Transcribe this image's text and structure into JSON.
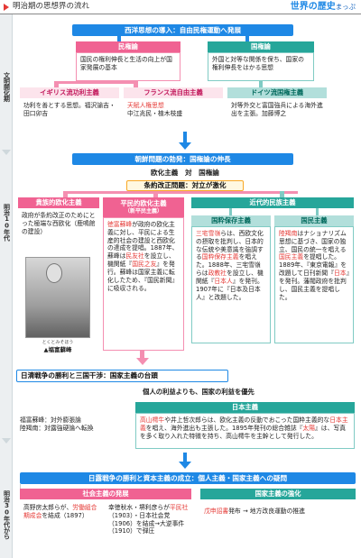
{
  "header": {
    "title": "明治期の思想界の流れ",
    "brand_main": "世界の歴史",
    "brand_sub": "まっぷ"
  },
  "timeline": {
    "eras": [
      "文明開化期",
      "明治10年代",
      "明治30年代から"
    ]
  },
  "section1": {
    "banner": "西洋思想の導入：自由民権運動へ発展",
    "left_head": "民権論",
    "left_body": "国民の権利伸長と生活の向上が国家発展の基本",
    "right_head": "国権論",
    "right_body": "外国と対等な関係を保ち、国家の権利伸長をはかる思想",
    "sub1_head": "イギリス流功利主義",
    "sub1_body": "功利を善とする思想。福沢諭吉・田口卯吉",
    "sub2_head": "フランス流自由主義",
    "sub2_body_red": "天賦人権思想",
    "sub2_body": "中江兆民・植木枝盛",
    "sub3_head": "ドイツ流国権主義",
    "sub3_body": "対等外交と富国強兵による海外進出を主張。加藤博之"
  },
  "section2": {
    "banner": "朝鮮問題の勃発：国権論の伸長",
    "sub_line": "欧化主義　対　国権論",
    "bar": "条約改正問題：対立が激化",
    "left_head": "貴族的欧化主義",
    "left_body": "政府が条約改正のためにとった極端な西欧化（鹿鳴館の建設）",
    "mid_head": "平民的欧化主義",
    "mid_sub": "（新平民主義）",
    "mid_body_1": "徳富蘇峰",
    "mid_body_2": "が政府の欧化主義に対し、平民による生産的社会の建設と西欧化の達成を提唱。1887年、蘇峰は",
    "mid_body_3": "民友社",
    "mid_body_4": "を設立し、機関紙『",
    "mid_body_5": "国民之友",
    "mid_body_6": "』を発行。蘇峰は国家主義に転化したため、『国民新聞』に吸収される。",
    "photo_caption": "▲福富蘇峰",
    "photo_ruby": "とくとみそほう",
    "right_banner": "近代的民族主義",
    "right_left_head": "国粋保存主義",
    "right_left_body_1": "三宅雪嶺",
    "right_left_body_2": "らは、西欧文化の摂取を批判し、日本的な伝統や美意識を強調する",
    "right_left_body_3": "国粋保存主義",
    "right_left_body_4": "を唱えた。1888年、三宅雪嶺らは",
    "right_left_body_5": "政教社",
    "right_left_body_6": "を設立し、機関紙『",
    "right_left_body_7": "日本人",
    "right_left_body_8": "』を発刊。1907年に『日本及日本人』と改題した。",
    "right_right_head": "国民主義",
    "right_right_body_1": "陸羯南",
    "right_right_body_2": "はナショナリズム思想に基づき、国家の独立、国民の統一を唱える",
    "right_right_body_3": "国民主義",
    "right_right_body_4": "を提唱した。1889年、『東京電報』を改題して日刊新聞『",
    "right_right_body_5": "日本",
    "right_right_body_6": "』を発刊。藩閥政府を批判し、国民主義を提唱した。"
  },
  "section3": {
    "banner": "日清戦争の勝利と三国干渉：国家主義の台頭",
    "line": "個人の利益よりも、国家の利益を優先",
    "nat_head": "日本主義",
    "nat_body_1": "高山樗牛",
    "nat_body_2": "や井上哲次郎らは、欧化主義の反動でおこった国粋主義的な",
    "nat_body_3": "日本主義",
    "nat_body_4": "を唱え、海外進出も主張した。1895年発刊の総合雑誌『",
    "nat_body_5": "太陽",
    "nat_body_6": "』は、写真を多く取り入れた特徴を持ち、高山樗牛を主幹として発行した。",
    "left_1": "福富蘇峰：対外膨張論",
    "left_2": "陸羯南：対露強硬論へ転換"
  },
  "section4": {
    "banner": "日露戦争の勝利と資本主義の成立：個人主義・国家主義への疑問",
    "left_head": "社会主義の発展",
    "ll_1": "高野房太郎らが、",
    "ll_2": "労働組合期成会",
    "ll_3": "を結成（1897）",
    "lr_1": "幸徳秋水・堺利彦らが",
    "lr_2": "平民社",
    "lr_3": "（1903）・日本社会党（1906）を結成→大逆事件（1910）で弾圧",
    "right_head": "国家主義の強化",
    "right_1": "戊申詔書",
    "right_2": "発布 → 地方改良運動の推進"
  },
  "colors": {
    "blue": "#1e88e5",
    "pink": "#f06292",
    "teal": "#26a69a",
    "red": "#e53935"
  },
  "icons": [
    "down-arrow-icon",
    "timeline-arrow-icon"
  ]
}
